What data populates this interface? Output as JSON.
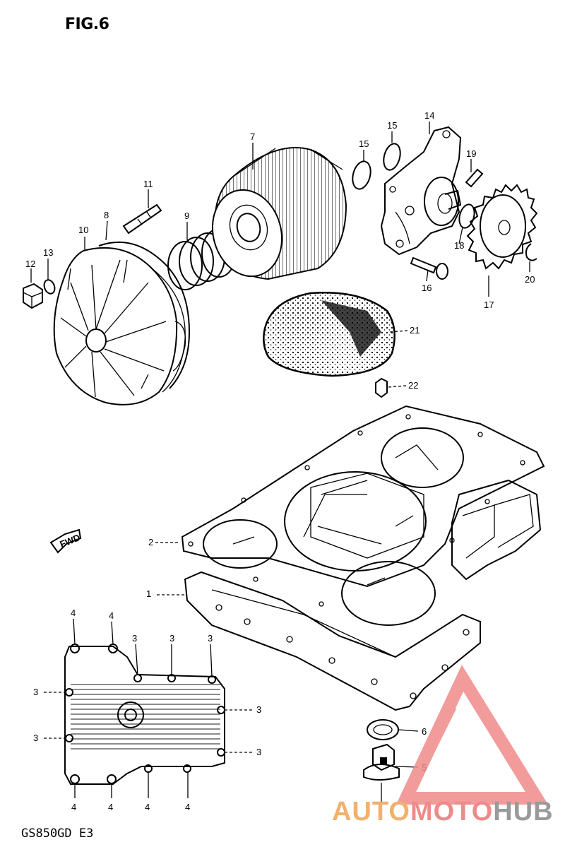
{
  "figure_title": "FIG.6",
  "model_code": "GS850GD E3",
  "callouts": [
    "1",
    "2",
    "3",
    "4",
    "5",
    "6",
    "7",
    "8",
    "9",
    "10",
    "11",
    "12",
    "13",
    "14",
    "15",
    "16",
    "17",
    "18",
    "19",
    "20",
    "21",
    "22"
  ],
  "fwd_label": "FWD",
  "watermark": {
    "part1": "AUTO",
    "part2": "MOTO",
    "part3": "HUB"
  }
}
